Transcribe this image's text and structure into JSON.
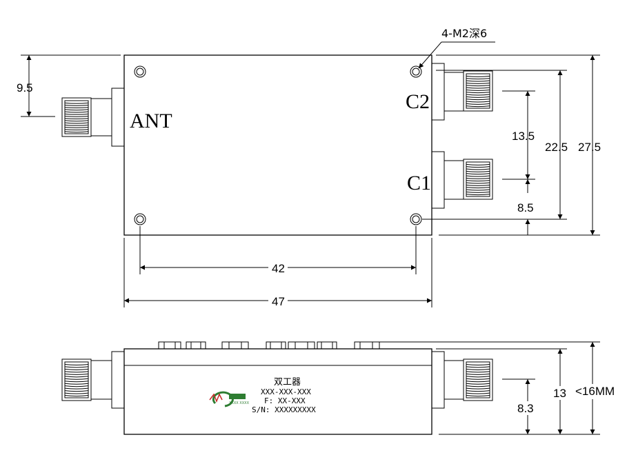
{
  "top_view": {
    "port_labels": {
      "ant": "ANT",
      "c2": "C2",
      "c1": "C1"
    },
    "hole_note": "4-M2深6",
    "dimensions": {
      "ant_offset": "9.5",
      "c_spacing": "13.5",
      "c2_offset": "22.5",
      "height": "27.5",
      "c1_offset": "8.5",
      "hole_pitch": "42",
      "length": "47"
    }
  },
  "side_view": {
    "nameplate": {
      "title": "双工器",
      "model": "XXX-XXX-XXX",
      "freq": "F: XX-XXX",
      "serial": "S/N: XXXXXXXXX",
      "logo_caption": "XXXX XXXX",
      "logo_color": "#2e7d32",
      "logo_accent": "#c62828"
    },
    "dimensions": {
      "port_height": "8.3",
      "body_height": "13",
      "max_height": "<16MM"
    }
  }
}
